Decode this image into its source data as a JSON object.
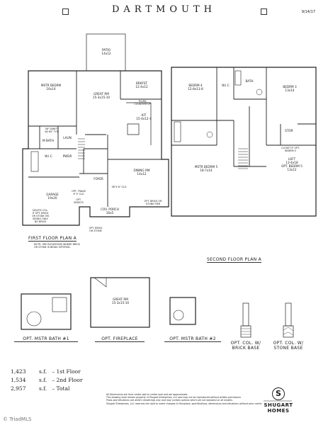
{
  "header": {
    "title": "DARTMOUTH",
    "date": "9/14/17"
  },
  "first_floor": {
    "caption": "FIRST FLOOR PLAN A",
    "note": "NOTE: SEE ELEVATIONS WHERE BRICK\nOR STONE IS BEING OFFERED.",
    "rooms": {
      "patio": "PATIO\n14x12",
      "mstr_bedrm": "MSTR BEDRM\n16x14",
      "great_rm": "GREAT RM\n15-3x15-10",
      "brkfst": "BRKFST\n12-4x12",
      "kit": "KIT\n15-4x12-4",
      "dining_rm": "DINING RM\n14x12",
      "garage": "GARAGE\n19x20",
      "foyer": "FOYER",
      "cov_porch": "COV. PORCH\n16x5",
      "wic": "W.I.C.",
      "laun": "LAUN",
      "pwdr": "PWDR",
      "mbath": "M BATH"
    },
    "notes": {
      "vanity": "36\" VANITY\nW/ 60\" TOP",
      "flush_counter": "FLUSH\nCOUNTERTOP",
      "cloth_rods": "36\"X 8\" CLG",
      "opt_brick": "OPT. BRICK\nOR STONE",
      "opt_brick_stone_pier": "OPT. BRICK OR\nSTONE PIER",
      "delete_col": "DELETE COL.\nIF OPT. BRICK\nOR STONE ON\nSIDING ONLY\nNO BRICK",
      "opt_trans": "OPT. TRANS\nIF 9' CLG",
      "opt_sidelts": "OPT.\nSIDELTS",
      "opt_brick_stone": "OPT. BRICK\nOR STONE"
    }
  },
  "second_floor": {
    "caption": "SECOND FLOOR PLAN A",
    "rooms": {
      "bedrm4": "BEDRM 4\n12-8x13-8",
      "bedrm3": "BEDRM 3\n13x14",
      "mstr_bedrm": "MSTR BEDRM 5\n18-7x14",
      "loft": "LOFT\n13-4x18\nOPT. BEDRM 5\n13x12",
      "bath": "BATH",
      "wic": "W.I.C.",
      "stor": "STOR",
      "opt_closet": "CLOSET IF OPT.\nBEDRM 5"
    }
  },
  "options": {
    "mstr_bath_1": "OPT. MSTR BATH #1",
    "fireplace": "OPT. FIREPLACE",
    "fireplace_room": "GREAT RM\n15-3x15-10",
    "mstr_bath_2": "OPT. MSTR BATH #2",
    "col_brick": "OPT. COL. W/\nBRICK BASE",
    "col_stone": "OPT. COL. W/\nSTONE BASE"
  },
  "sqft": [
    {
      "value": "1,423",
      "unit": "s.f.",
      "label": "1st Floor"
    },
    {
      "value": "1,534",
      "unit": "s.f.",
      "label": "2nd Floor"
    },
    {
      "value": "2,957",
      "unit": "s.f.",
      "label": "Total"
    }
  ],
  "disclaimer": "All Dimensions are from center wall to center wall and are approximate.\nThis drawing shall remain property of Shugart Enterprises, LLC and may not be reproduced without written permission.\nPlans and elevations are artist's renderings only and may contain options which are not standard on all models.\nShugart Enterprises, LLC reserves the right to make changes to floorplans, specifications, dimensions and elevations without prior notice.",
  "brand": {
    "mark": "S",
    "name": "SHUGART\nHOMES"
  },
  "watermark": "© TriadMLS"
}
